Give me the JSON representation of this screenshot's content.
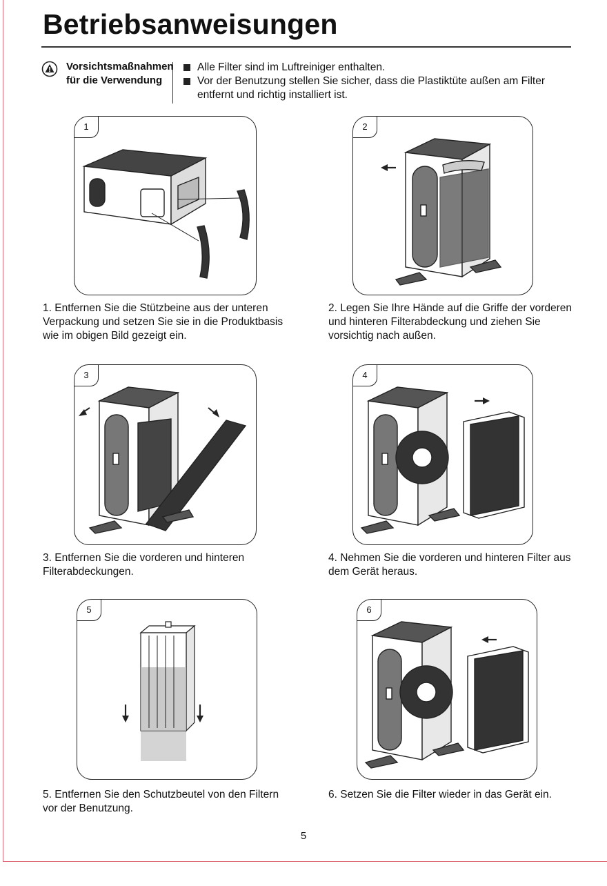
{
  "page": {
    "title": "Betriebsanweisungen",
    "page_number": "5"
  },
  "caution": {
    "icon": "warning-triangle-icon",
    "title": "Vorsichtsmaßnahmen für die Verwendung",
    "notes": [
      "Alle Filter sind im Luftreiniger enthalten.",
      "Vor der Benutzung stellen Sie sicher, dass die Plastiktüte außen am Filter entfernt und richtig installiert ist."
    ]
  },
  "steps": [
    {
      "number": "1",
      "caption": "1. Entfernen Sie die Stützbeine aus der unteren Verpackung und setzen Sie sie in die Produktbasis wie im obigen Bild gezeigt ein."
    },
    {
      "number": "2",
      "caption": "2. Legen Sie Ihre Hände auf die Griffe der vorderen und hinteren Filterabdeckung und ziehen Sie vorsichtig nach außen."
    },
    {
      "number": "3",
      "caption": "3. Entfernen Sie die vorderen und hinteren Filterabdeckungen."
    },
    {
      "number": "4",
      "caption": "4. Nehmen Sie die vorderen und hinteren Filter aus dem Gerät heraus."
    },
    {
      "number": "5",
      "caption": "5. Entfernen Sie den Schutzbeutel von den Filtern vor der Benutzung."
    },
    {
      "number": "6",
      "caption": "6. Setzen Sie die Filter wieder in das Gerät ein."
    }
  ],
  "colors": {
    "frame": "#e06b78",
    "ink": "#222222"
  }
}
